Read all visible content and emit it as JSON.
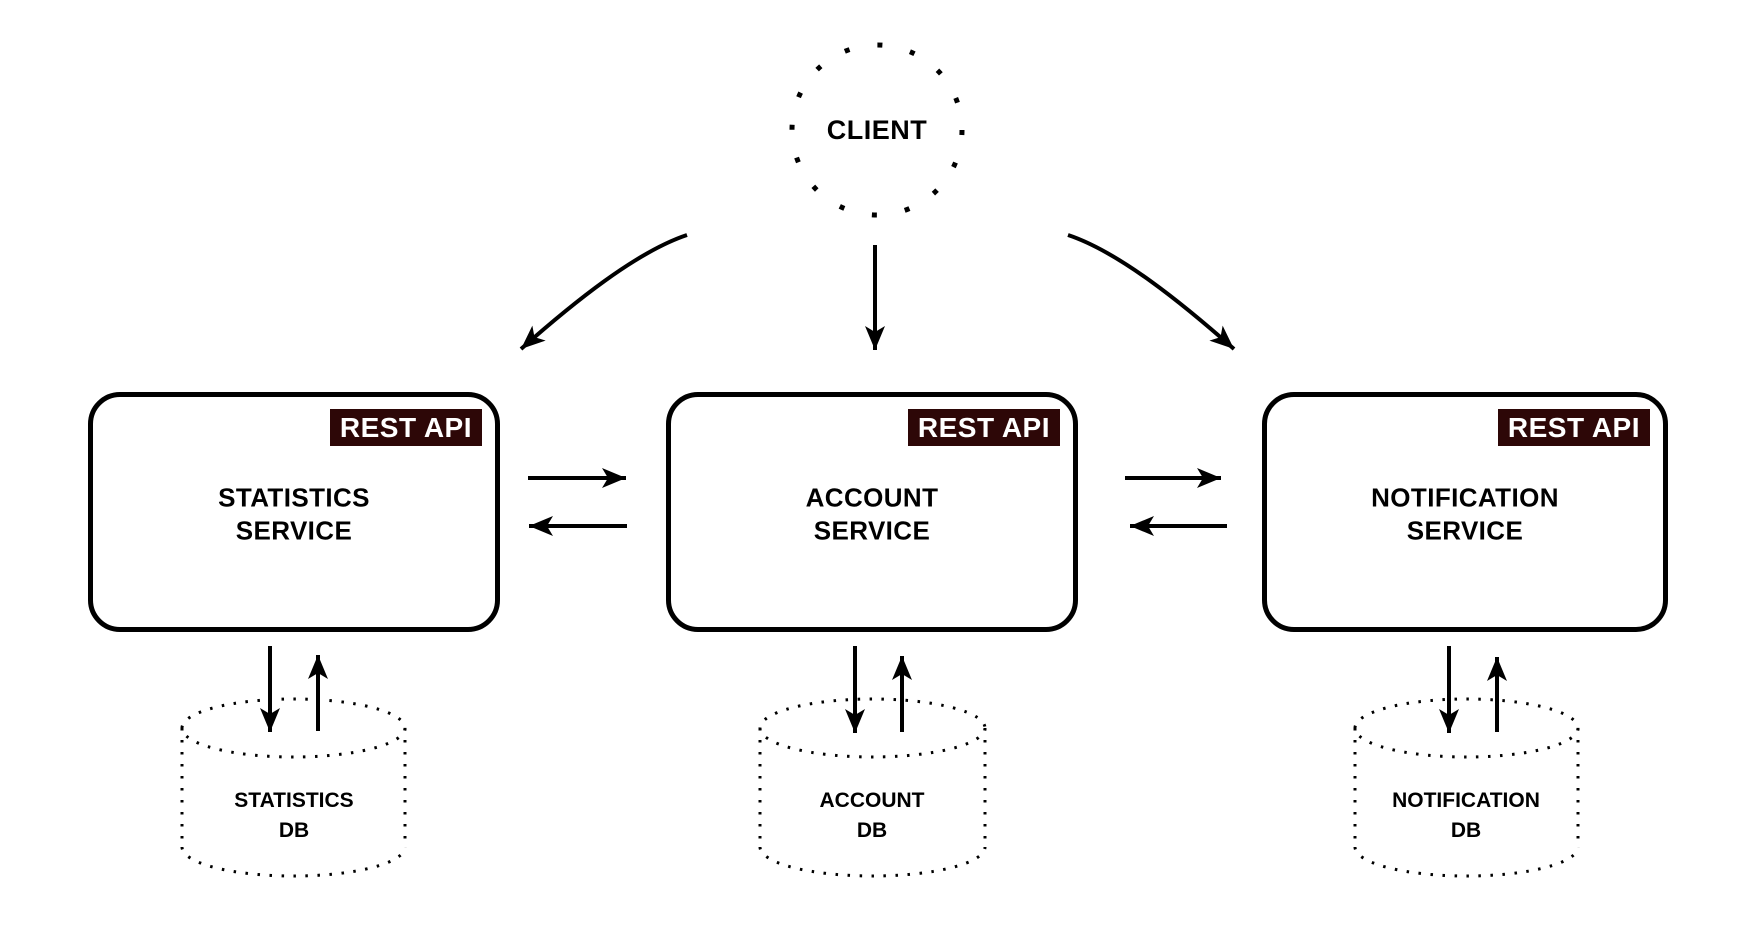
{
  "diagram": {
    "client": {
      "label": "CLIENT"
    },
    "services": [
      {
        "badge": "REST API",
        "name": "STATISTICS\nSERVICE",
        "db": "STATISTICS\nDB"
      },
      {
        "badge": "REST API",
        "name": "ACCOUNT\nSERVICE",
        "db": "ACCOUNT\nDB"
      },
      {
        "badge": "REST API",
        "name": "NOTIFICATION\nSERVICE",
        "db": "NOTIFICATION\nDB"
      }
    ],
    "colors": {
      "badge_bg": "#2d0707",
      "badge_text": "#ffffff",
      "line": "#000000",
      "background": "#ffffff"
    }
  }
}
